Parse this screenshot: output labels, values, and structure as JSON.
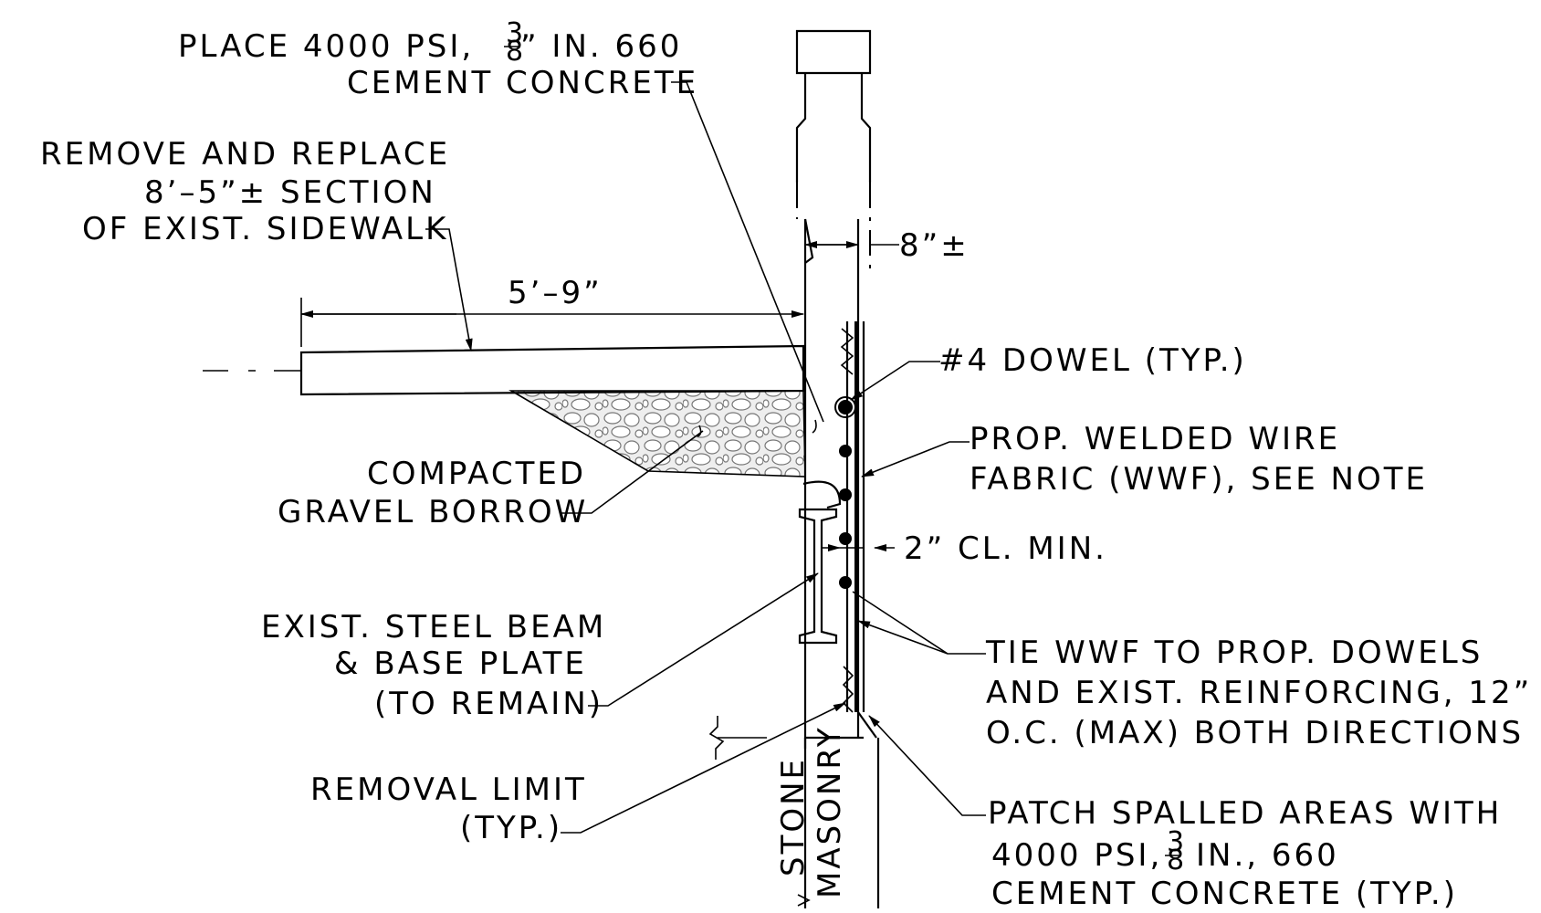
{
  "notes": {
    "place_concrete": {
      "line1": "PLACE 4000 PSI,",
      "frac_num": "3",
      "frac_den": "8",
      "line1_rest": "” IN. 660",
      "line2": "CEMENT CONCRETE"
    },
    "remove_replace": {
      "line1": "REMOVE AND REPLACE",
      "line2": "8’–5”± SECTION",
      "line3": "OF EXIST. SIDEWALK"
    },
    "dim_width": "5’–9”",
    "dim_wall": "8”±",
    "dowel": "#4 DOWEL (TYP.)",
    "wwf": {
      "line1": "PROP. WELDED WIRE",
      "line2": "FABRIC (WWF), SEE NOTE"
    },
    "gravel": {
      "line1": "COMPACTED",
      "line2": "GRAVEL BORROW"
    },
    "clear_min": "2” CL. MIN.",
    "steel_beam": {
      "line1": "EXIST. STEEL BEAM",
      "line2": "& BASE PLATE",
      "line3": "(TO REMAIN)"
    },
    "tie_wwf": {
      "line1": "TIE WWF TO PROP. DOWELS",
      "line2": "AND EXIST. REINFORCING, 12”",
      "line3": "O.C. (MAX) BOTH DIRECTIONS"
    },
    "removal_limit": {
      "line1": "REMOVAL LIMIT",
      "line2": "(TYP.)"
    },
    "patch": {
      "line1": "PATCH SPALLED AREAS WITH",
      "line2_a": "4000 PSI,",
      "frac_num": "3",
      "frac_den": "8",
      "line2_b": "IN., 660",
      "line3": "CEMENT CONCRETE (TYP.)"
    },
    "stone": "STONE",
    "masonry": "MASONRY"
  }
}
